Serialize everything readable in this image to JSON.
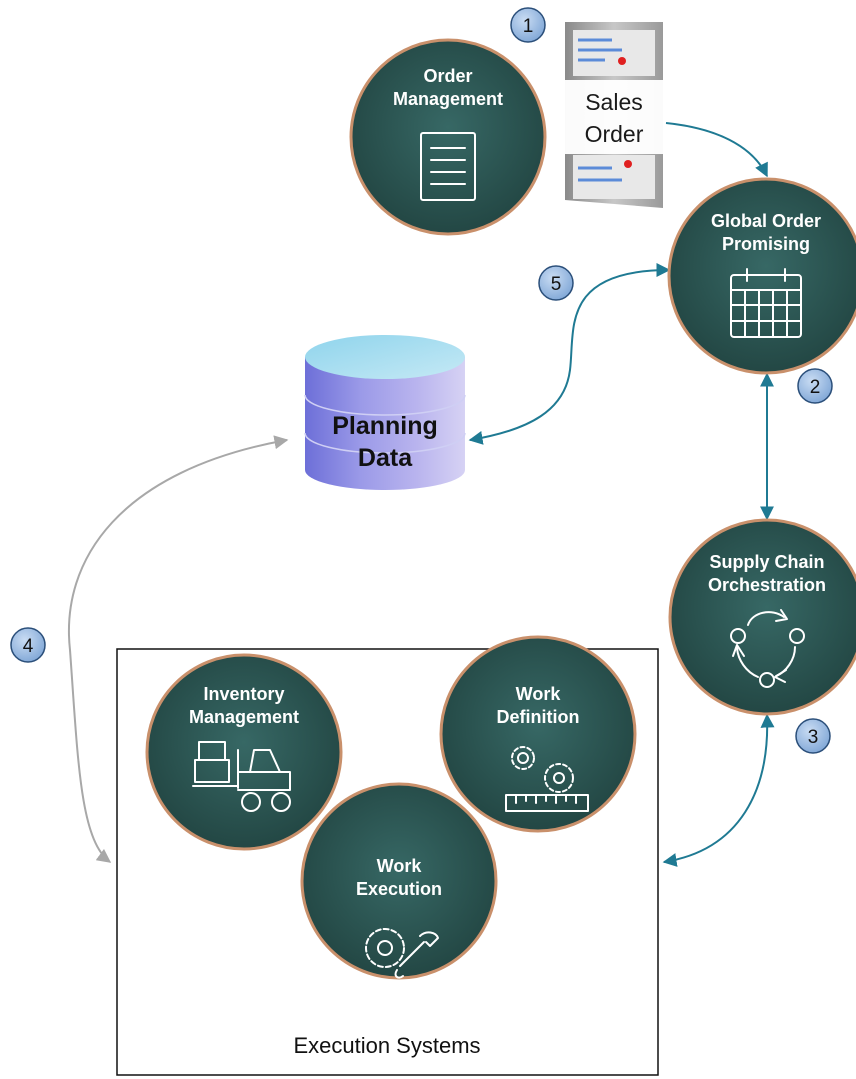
{
  "nodes": {
    "order_management": {
      "line1": "Order",
      "line2": "Management",
      "icon": "document-icon"
    },
    "global_order_promising": {
      "line1": "Global Order",
      "line2": "Promising",
      "icon": "calendar-icon"
    },
    "supply_chain_orchestration": {
      "line1": "Supply Chain",
      "line2": "Orchestration",
      "icon": "cycle-icon"
    },
    "inventory_management": {
      "line1": "Inventory",
      "line2": "Management",
      "icon": "forklift-icon"
    },
    "work_definition": {
      "line1": "Work",
      "line2": "Definition",
      "icon": "gears-ruler-icon"
    },
    "work_execution": {
      "line1": "Work",
      "line2": "Execution",
      "icon": "gear-wrench-icon"
    }
  },
  "sales_order": {
    "line1": "Sales",
    "line2": "Order"
  },
  "planning_data": {
    "line1": "Planning",
    "line2": "Data"
  },
  "execution_box": {
    "label": "Execution Systems"
  },
  "badges": {
    "b1": "1",
    "b2": "2",
    "b3": "3",
    "b4": "4",
    "b5": "5"
  },
  "colors": {
    "node_fill": "#2f5a57",
    "node_ring": "#c9906b",
    "arrow": "#1f7a93",
    "gray_arrow": "#a8a8a8",
    "badge_fill": "#8fb3de",
    "database": "#8f8fe0"
  }
}
